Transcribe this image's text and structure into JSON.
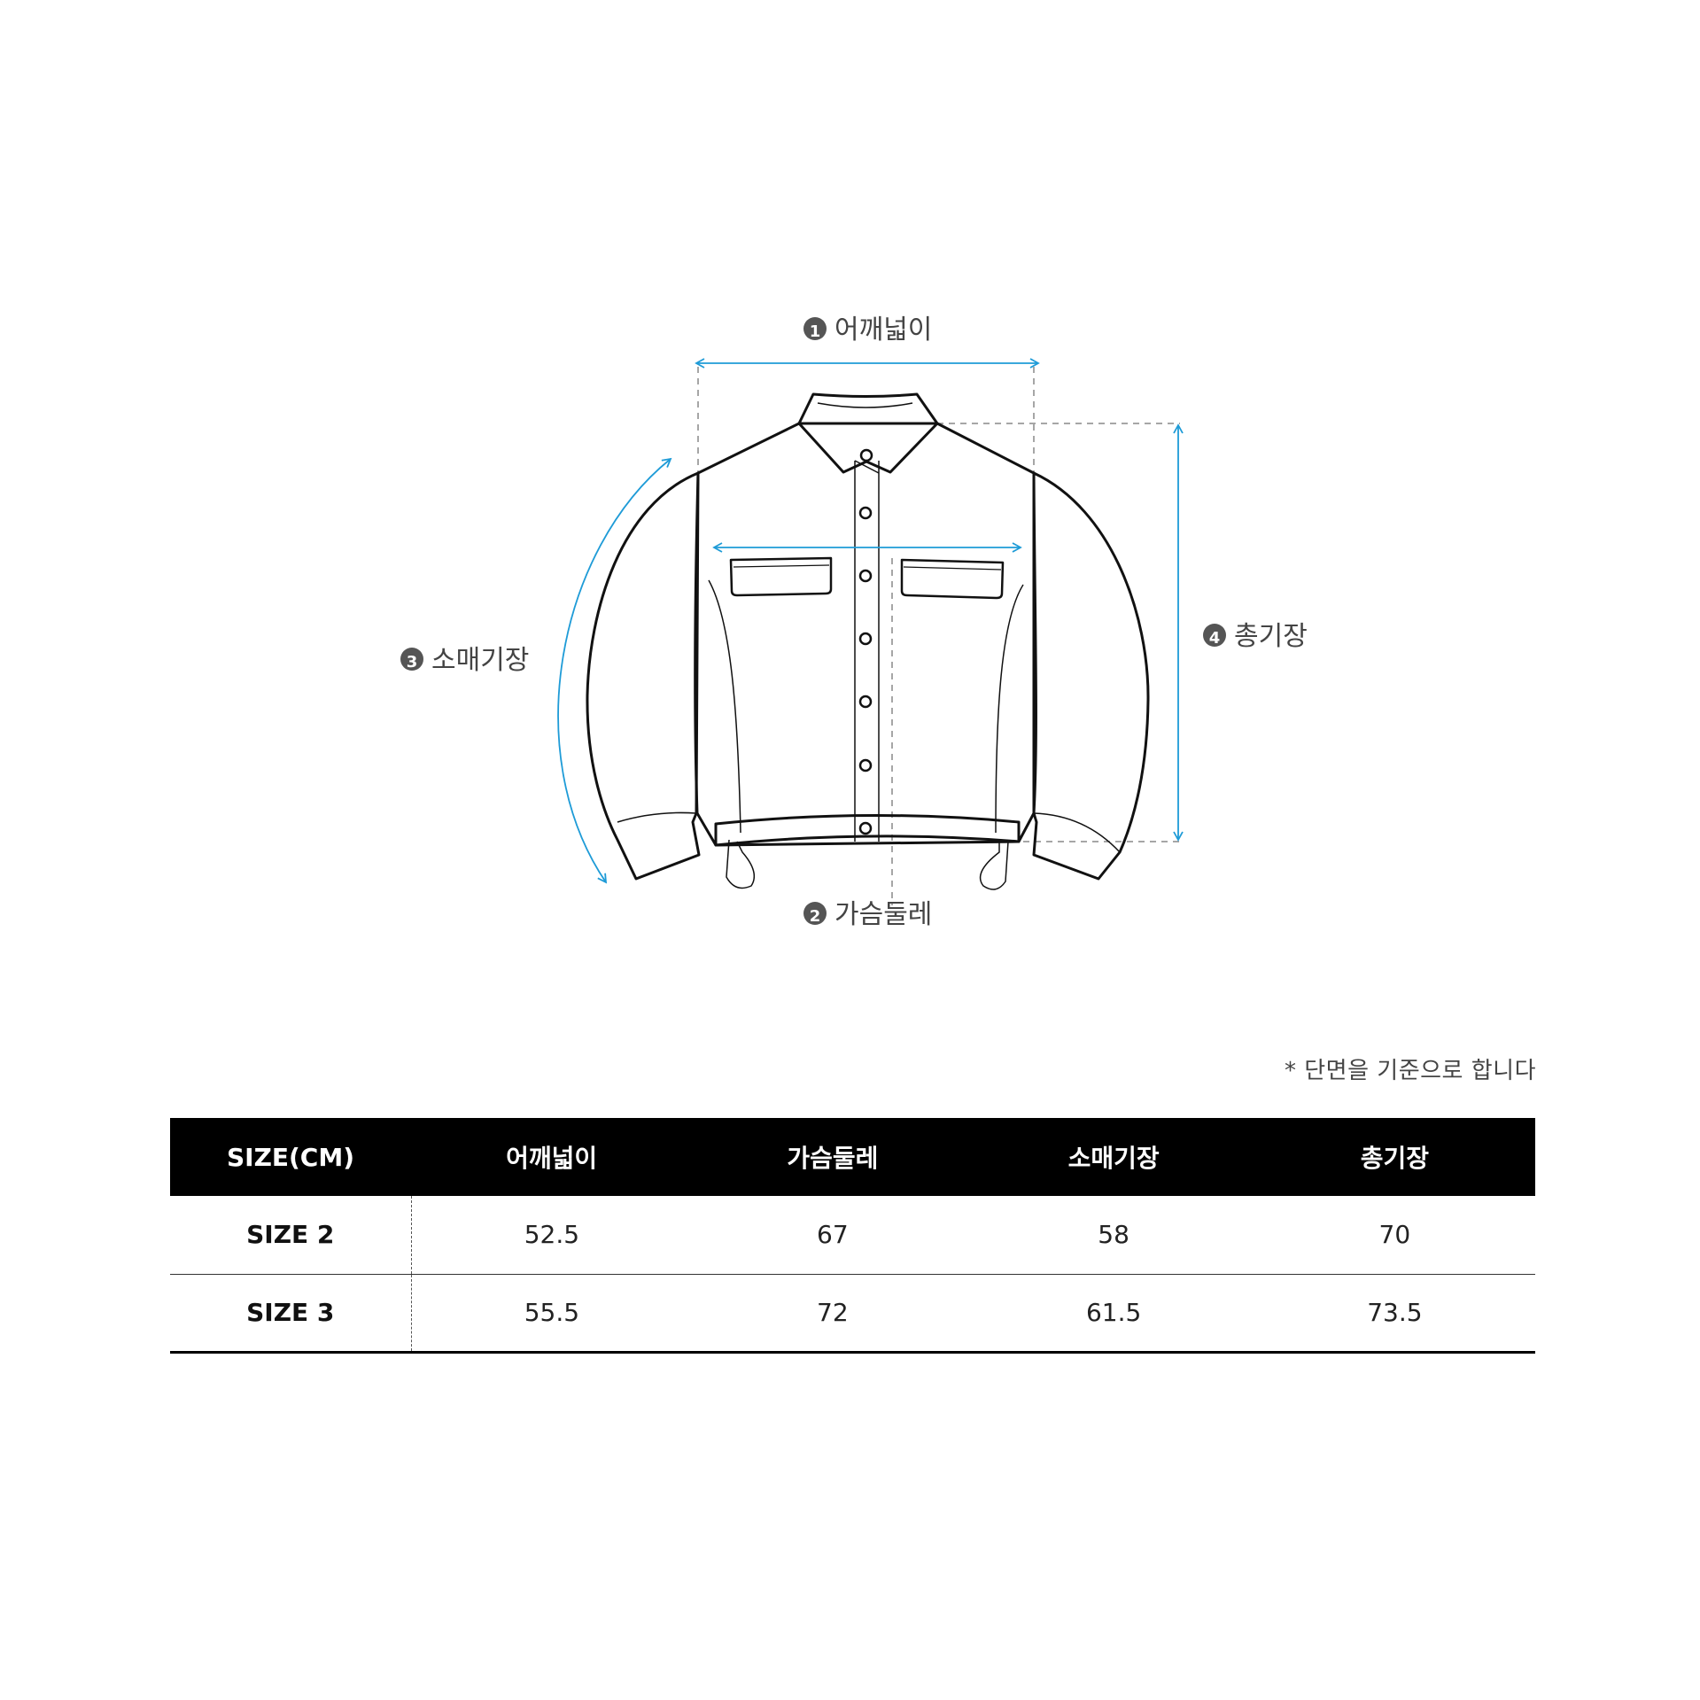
{
  "diagram": {
    "labels": {
      "shoulder": {
        "num": "1",
        "text": "어깨넓이"
      },
      "chest": {
        "num": "2",
        "text": "가슴둘레"
      },
      "sleeve": {
        "num": "3",
        "text": "소매기장"
      },
      "length": {
        "num": "4",
        "text": "총기장"
      }
    },
    "colors": {
      "arrow": "#1e9bd7",
      "outline": "#111111",
      "guide": "#888888",
      "badge": "#555555"
    }
  },
  "note": "* 단면을 기준으로 합니다",
  "table": {
    "headers": [
      "SIZE(CM)",
      "어깨넓이",
      "가슴둘레",
      "소매기장",
      "총기장"
    ],
    "rows": [
      {
        "size": "SIZE 2",
        "values": [
          "52.5",
          "67",
          "58",
          "70"
        ]
      },
      {
        "size": "SIZE 3",
        "values": [
          "55.5",
          "72",
          "61.5",
          "73.5"
        ]
      }
    ]
  }
}
